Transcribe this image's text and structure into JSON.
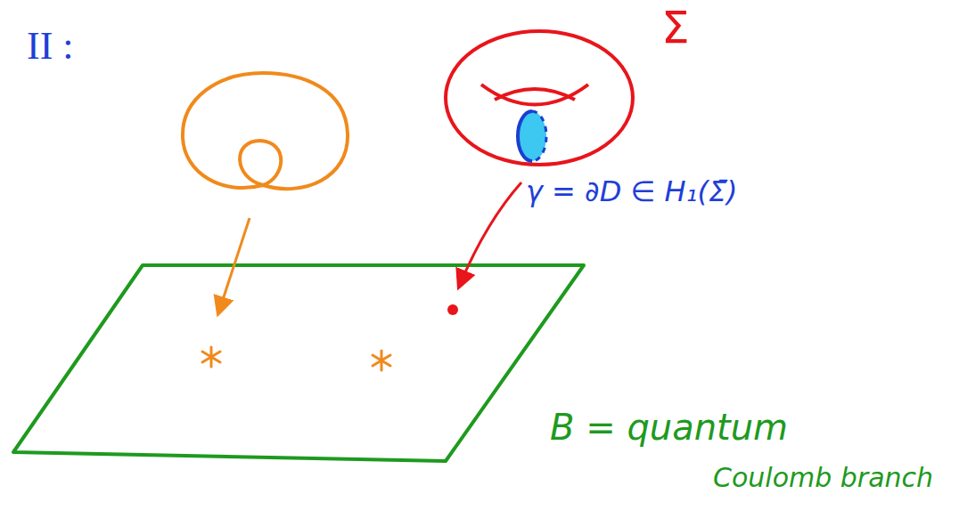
{
  "diagram": {
    "labels": [
      "II :",
      "Σ",
      "γ = ∂D ∈ H₁(Σ̄)",
      "B = quantum",
      "Coulomb branch"
    ]
  }
}
